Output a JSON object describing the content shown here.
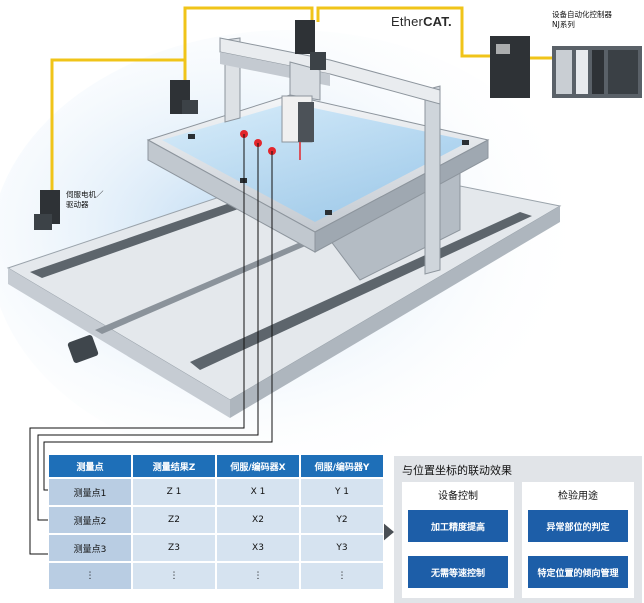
{
  "ethercat": {
    "prefix": "Ether",
    "suffix": "CAT."
  },
  "controller_label": [
    "设备自动化控制器",
    "NJ系列"
  ],
  "servo_label": [
    "伺服电机／",
    "驱动器"
  ],
  "table": {
    "headers": [
      "测量点",
      "测量结果Z",
      "伺服/编码器X",
      "伺服/编码器Y"
    ],
    "rows": [
      [
        "测量点1",
        "Z 1",
        "X 1",
        "Y 1"
      ],
      [
        "测量点2",
        "Z2",
        "X2",
        "Y2"
      ],
      [
        "测量点3",
        "Z3",
        "X3",
        "Y3"
      ],
      [
        "⋮",
        "⋮",
        "⋮",
        "⋮"
      ]
    ]
  },
  "panel": {
    "title": "与位置坐标的联动效果",
    "columns": [
      {
        "title": "设备控制",
        "items": [
          "加工精度提高",
          "无需等速控制"
        ]
      },
      {
        "title": "检验用途",
        "items": [
          "异常部位的判定",
          "特定位置的倾向管理"
        ]
      }
    ]
  },
  "colors": {
    "cable": "#f0c419",
    "header_blue": "#1e6fb8",
    "button_blue": "#1d5ea8",
    "row_bg": "#d6e3f0",
    "panel_bg": "#e1e4e8",
    "glow": "#bcd9f2"
  }
}
